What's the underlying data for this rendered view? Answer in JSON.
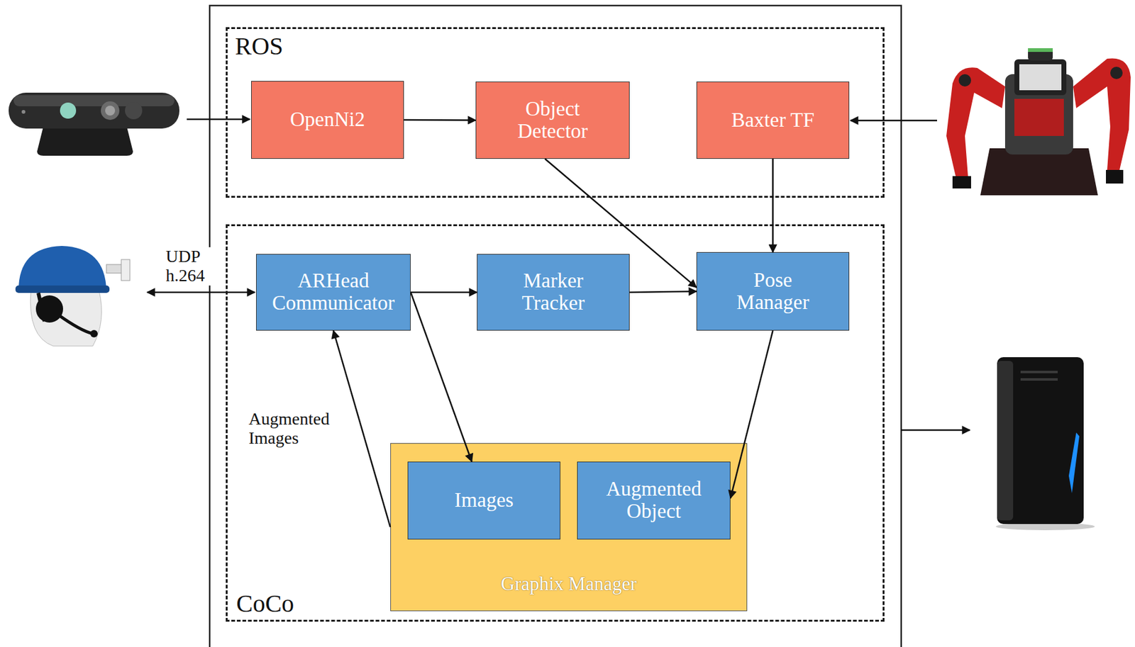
{
  "diagram": {
    "nodes": [
      {
        "text": [
          "ROS"
        ]
      },
      {
        "text": [
          "OpenNi2"
        ],
        "in": 0
      },
      {
        "text": [
          "Object Detector"
        ],
        "in": 0
      },
      {
        "text": [
          "Baxter TF"
        ],
        "in": 0
      },
      {
        "text": [
          "CoCo"
        ]
      },
      {
        "text": [
          "ARHead Communicator"
        ],
        "in": 4
      },
      {
        "text": [
          "Marker Tracker"
        ],
        "in": 4
      },
      {
        "text": [
          "Pose Manager"
        ],
        "in": 4
      },
      {
        "text": [
          "Graphix Manager"
        ],
        "in": 4
      },
      {
        "text": [
          "Images"
        ],
        "in": 8
      },
      {
        "text": [
          "Augmented Object"
        ],
        "in": 8
      }
    ],
    "edges": [
      {
        "from": 1,
        "to": 2,
        "arrow": "to"
      },
      {
        "from": 2,
        "to": 7,
        "arrow": "to"
      },
      {
        "from": 3,
        "to": 7,
        "arrow": "to"
      },
      {
        "from": 5,
        "to": 6,
        "arrow": "to"
      },
      {
        "from": 6,
        "to": 7,
        "arrow": "to"
      },
      {
        "from": 5,
        "to": 9,
        "arrow": "to"
      },
      {
        "from": 7,
        "to": 10,
        "arrow": "to"
      },
      {
        "from": 8,
        "to": 5,
        "arrow": "to",
        "label": "Augmented Images"
      }
    ],
    "labels": [
      "UDP h.264"
    ]
  }
}
